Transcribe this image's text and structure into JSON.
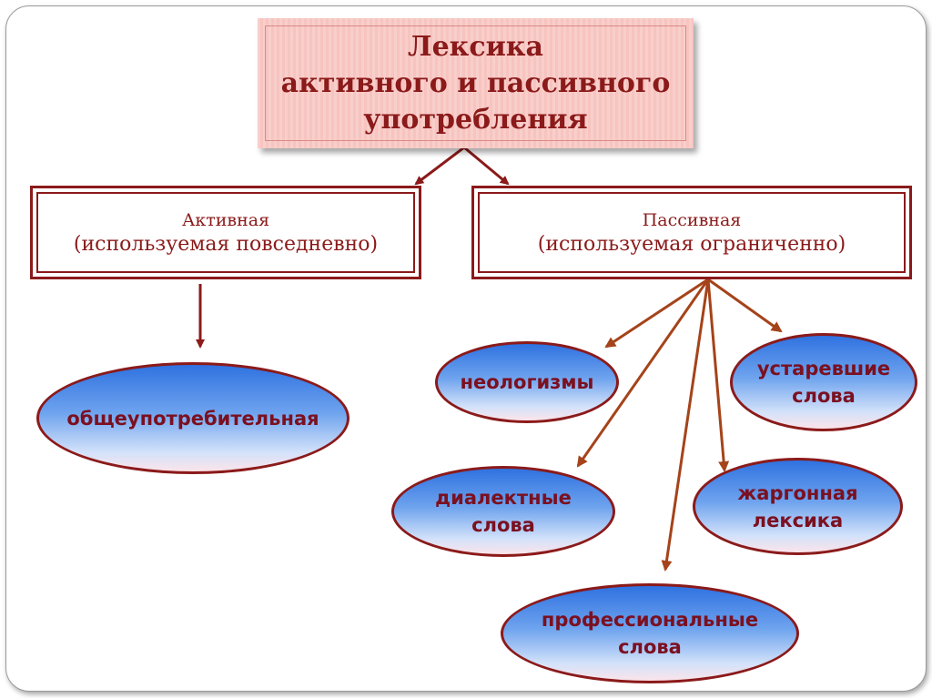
{
  "title": {
    "line1": "Лексика",
    "line2": "активного и пассивного",
    "line3": "употребления"
  },
  "active": {
    "head": "Активная",
    "sub": "(используемая повседневно)",
    "children": [
      {
        "label_line1": "общеупотребительная",
        "label_line2": ""
      }
    ]
  },
  "passive": {
    "head": "Пассивная",
    "sub": "(используемая ограниченно)",
    "children": [
      {
        "label_line1": "неологизмы",
        "label_line2": ""
      },
      {
        "label_line1": "устаревшие",
        "label_line2": "слова"
      },
      {
        "label_line1": "диалектные",
        "label_line2": "слова"
      },
      {
        "label_line1": "жаргонная",
        "label_line2": "лексика"
      },
      {
        "label_line1": "профессиональные",
        "label_line2": "слова"
      }
    ]
  },
  "colors": {
    "line": "#8b1a1a",
    "arrow_passive": "#a5431a",
    "title_fill": "#f7c4c0",
    "oval_top": "#2f72e0",
    "oval_bottom": "#fbe4ea",
    "text_dark_red": "#8b1a1a"
  }
}
